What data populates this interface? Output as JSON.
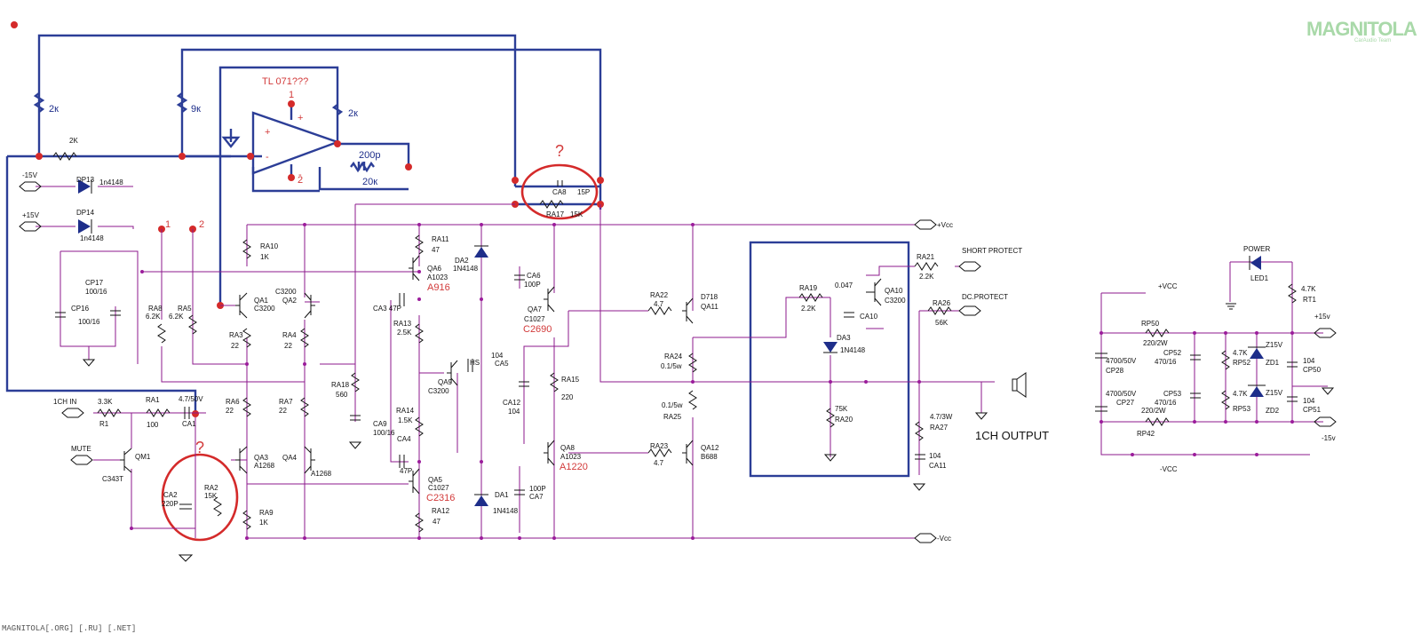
{
  "watermark": {
    "brand": "MAGNITOLA",
    "sub": "CarAudio Team"
  },
  "footer": "MAGNITOLA[.ORG] [.RU] [.NET]",
  "annotations": {
    "opamp": "TL 071???",
    "pin_plus": "+",
    "pin_minus": "-",
    "pin1": "1",
    "pin2": "2",
    "r_2k_left": "2к",
    "r_9k": "9к",
    "r_2k_right": "2к",
    "c_200p": "200р",
    "r_20k": "20к",
    "question": "?",
    "node1": "1",
    "node2": "2"
  },
  "rails": {
    "pvcc": "+Vcc",
    "nvcc": "-Vcc",
    "m15": "-15V",
    "p15": "+15V",
    "short": "SHORT PROTECT",
    "dc": "DC.PROTECT",
    "in": "1CH IN",
    "mute": "MUTE",
    "output": "1CH OUTPUT"
  },
  "parts": {
    "dp13": "DP13",
    "dp13v": "1n4148",
    "dp14": "DP14",
    "dp14v": "1n4148",
    "r2k": "2K",
    "cp17": "CP17",
    "cp17v": "100/16",
    "cp16": "CP16",
    "cp16v": "100/16",
    "ra10": "RA10",
    "ra10v": "1K",
    "ra11": "RA11",
    "ra11v": "47",
    "qa1": "QA1",
    "qa1v": "C3200",
    "qa2": "QA2",
    "qa2v": "C3200",
    "ra8": "RA8",
    "ra8v": "6.2K",
    "ra5": "RA5",
    "ra5v": "6.2K",
    "ra3": "RA3",
    "ra3v": "22",
    "ra4": "RA4",
    "ra4v": "22",
    "ra6": "RA6",
    "ra6v": "22",
    "ra7": "RA7",
    "ra7v": "22",
    "qa3": "QA3",
    "qa3v": "A1268",
    "qa4": "QA4",
    "qa4v": "A1268",
    "ra9": "RA9",
    "ra9v": "1K",
    "ra2": "RA2",
    "ra2v": "15K",
    "ca2": "CA2",
    "ca2v": "220P",
    "r1": "R1",
    "r1v": "3.3K",
    "ra1": "RA1",
    "ra1v": "100",
    "ca1": "CA1",
    "ca1v": "4.7/50V",
    "qm1": "QM1",
    "qm1v": "C343T",
    "ra18": "RA18",
    "ra18v": "560",
    "ca9": "CA9",
    "ca9v": "100/16",
    "qa6": "QA6",
    "qa6v": "A1023",
    "qa6r": "A916",
    "ca3": "CA3 47P",
    "da2": "DA2",
    "da2v": "1N4148",
    "ra13": "RA13",
    "ra13v": "2.5K",
    "qa9": "QA9",
    "qa9v": "C3200",
    "ca5": "CA5",
    "ca5v": "104",
    "hs": "HS",
    "ra14": "RA14",
    "ra14v": "1.5K",
    "ca4": "CA4",
    "ca4v": "47P",
    "qa5": "QA5",
    "qa5v": "C1027",
    "qa5r": "C2316",
    "ra12": "RA12",
    "ra12v": "47",
    "da1": "DA1",
    "da1v": "1N4148",
    "ca7": "CA7",
    "ca7v": "100P",
    "ca6": "CA6",
    "ca6v": "100P",
    "qa7": "QA7",
    "qa7v": "C1027",
    "qa7r": "C2690",
    "ca12": "CA12",
    "ca12v": "104",
    "ra15": "RA15",
    "ra15v": "220",
    "qa8": "QA8",
    "qa8v": "A1023",
    "qa8r": "A1220",
    "ca8": "CA8",
    "ca8v": "15P",
    "ra17": "RA17",
    "ra17v": "15K",
    "ra22": "RA22",
    "ra22v": "4.7",
    "qa11": "QA11",
    "qa11v": "D718",
    "ra24": "RA24",
    "ra24v": "0.1/5w",
    "ra25": "RA25",
    "ra25v": "0.1/5w",
    "ra23": "RA23",
    "ra23v": "4.7",
    "qa12": "QA12",
    "qa12v": "B688",
    "ra19": "RA19",
    "ra19v": "2.2K",
    "c047": "0.047",
    "ca10": "CA10",
    "qa10": "QA10",
    "qa10v": "C3200",
    "da3": "DA3",
    "da3v": "1N4148",
    "ra20": "RA20",
    "ra20v": "75K",
    "ra21": "RA21",
    "ra21v": "2.2K",
    "ra26": "RA26",
    "ra26v": "56K",
    "ra27": "RA27",
    "ra27v": "4.7/3W",
    "ca11": "CA11",
    "ca11v": "104",
    "power": "POWER",
    "led1": "LED1",
    "rt1": "RT1",
    "rt1v": "4.7K",
    "pvcc2": "+VCC",
    "nvcc2": "-VCC",
    "p15v": "+15v",
    "m15v": "-15v",
    "rp50": "RP50",
    "rp50v": "220/2W",
    "rp42": "RP42",
    "cp28": "CP28",
    "cp28v": "4700/50V",
    "cp27": "CP27",
    "cp27v": "4700/50V",
    "cp52": "CP52",
    "cp52v": "470/16",
    "cp53": "CP53",
    "cp53v": "470/16",
    "rp52": "RP52",
    "rp52v": "4.7K",
    "rp53": "RP53",
    "rp53v": "4.7K",
    "zd1": "ZD1",
    "zd1v": "Z15V",
    "zd2": "ZD2",
    "zd2v": "Z15V",
    "cp50": "CP50",
    "cp50v": "104",
    "cp51": "CP51",
    "cp51v": "104",
    "r220w": "220/2W"
  }
}
